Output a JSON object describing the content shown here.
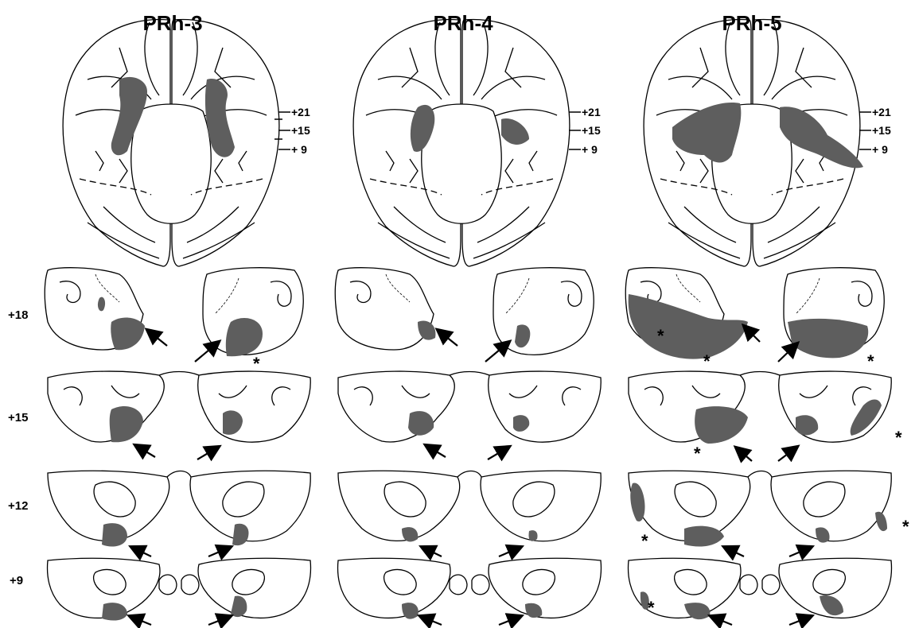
{
  "panels": [
    {
      "title": "PRh-3"
    },
    {
      "title": "PRh-4"
    },
    {
      "title": "PRh-5"
    }
  ],
  "level_labels": [
    "+21",
    "+15",
    "+ 9"
  ],
  "row_labels": [
    "+18",
    "+15",
    "+12",
    "+9"
  ],
  "asterisk": "*",
  "colors": {
    "lesion": "#5e5e5e",
    "line": "#000000",
    "background": "#ffffff"
  }
}
